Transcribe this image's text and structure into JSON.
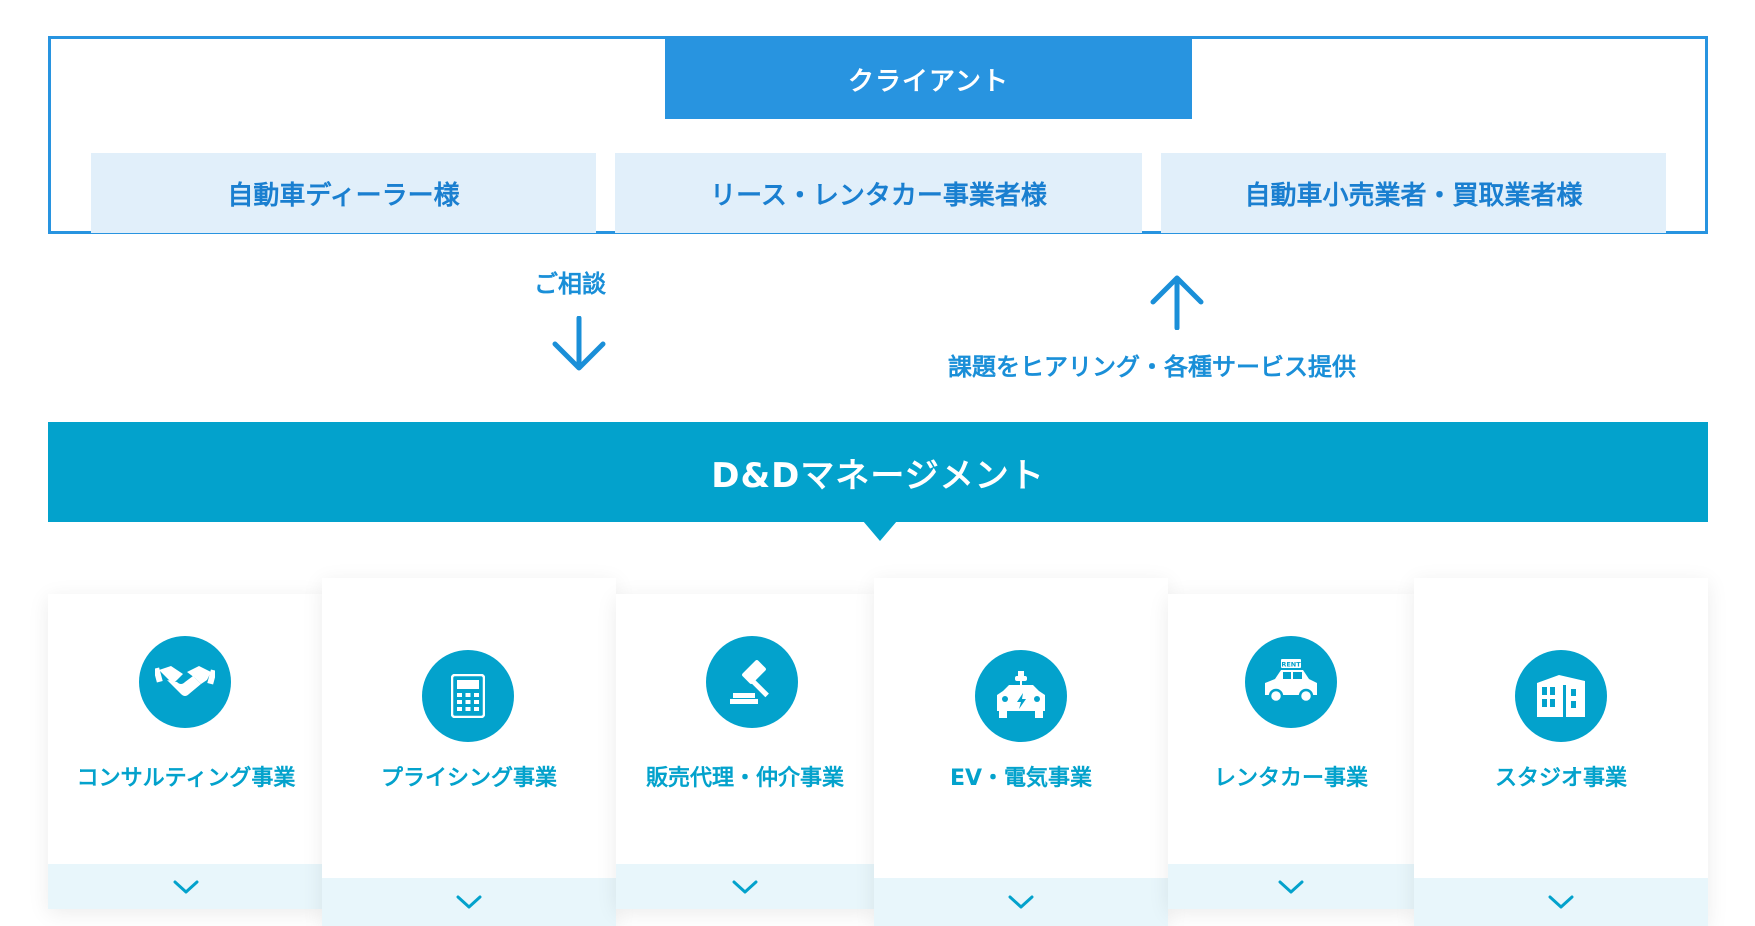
{
  "client": {
    "title": "クライアント",
    "boxes": [
      "自動車ディーラー様",
      "リース・レンタカー事業者様",
      "自動車小売業者・買取業者様"
    ]
  },
  "flow": {
    "down_label": "ご相談",
    "up_label": "課題をヒアリング・各種サービス提供"
  },
  "company": {
    "name": "D&Dマネージメント"
  },
  "businesses": [
    {
      "label": "コンサルティング事業",
      "icon": "handshake-icon"
    },
    {
      "label": "プライシング事業",
      "icon": "calculator-icon"
    },
    {
      "label": "販売代理・仲介事業",
      "icon": "gavel-icon"
    },
    {
      "label": "EV・電気事業",
      "icon": "ev-car-icon"
    },
    {
      "label": "レンタカー事業",
      "icon": "rent-car-icon",
      "icon_text": "RENT"
    },
    {
      "label": "スタジオ事業",
      "icon": "building-icon"
    }
  ],
  "colors": {
    "client_blue": "#2894e0",
    "company_teal": "#03a2cc",
    "box_bg": "#e1effa",
    "foot_bg": "#e8f6fb"
  }
}
